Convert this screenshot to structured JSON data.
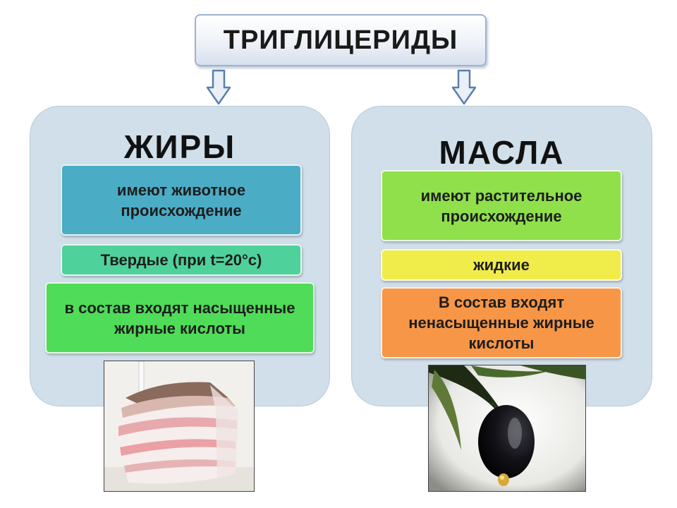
{
  "title": "ТРИГЛИЦЕРИДЫ",
  "left": {
    "heading": "ЖИРЫ",
    "box1": "имеют животное происхождение",
    "box2": "Твердые (при t=20°с)",
    "box3": "в состав входят насыщенные жирные кислоты"
  },
  "right": {
    "heading": "МАСЛА",
    "box1": "имеют растительное происхождение",
    "box2": "жидкие",
    "box3": "В состав входят ненасыщенные жирные кислоты"
  },
  "colors": {
    "panel_bg": "#d0dfe9",
    "left_box1": "#4bacc6",
    "left_box2": "#4fd19b",
    "left_box3": "#4fdc58",
    "right_box1": "#8fe04a",
    "right_box2": "#f0ec4a",
    "right_box3": "#f79646"
  }
}
